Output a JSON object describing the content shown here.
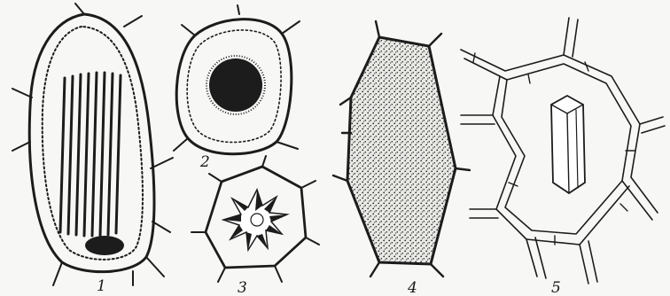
{
  "figure": {
    "cells": [
      {
        "id": "1",
        "label": "1"
      },
      {
        "id": "2",
        "label": "2"
      },
      {
        "id": "3",
        "label": "3"
      },
      {
        "id": "4",
        "label": "4"
      },
      {
        "id": "5",
        "label": "5"
      }
    ]
  },
  "colors": {
    "ink": "#1c1c1c",
    "background": "#f7f7f5",
    "stipple": "#2a2a2a"
  }
}
